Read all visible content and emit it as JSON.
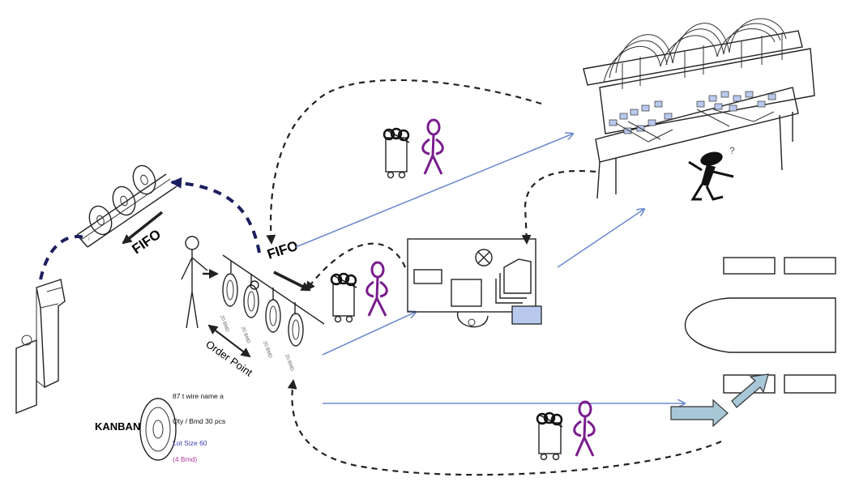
{
  "labels": {
    "fifo_left": "FIFO",
    "fifo_rack": "FIFO",
    "order_point": "Order Point",
    "kanban": "KANBAN"
  },
  "kanban_card": {
    "line1": "87 t wire name a",
    "line2": "Qty / Bmd 30 pcs",
    "line3": "Lot Size 60",
    "line4": "(4 Bmd)"
  },
  "reel_tags": [
    "20 BMD",
    "20 BMD",
    "20 BMD",
    "20 BMD"
  ],
  "colors": {
    "operator": "#7a1c8e",
    "flow_arrow": "#6f8ccf",
    "kanban_loop": "#1b1f5e",
    "tray_blue": "#b9c9ee",
    "block_arrow": "#a8c8d8"
  }
}
